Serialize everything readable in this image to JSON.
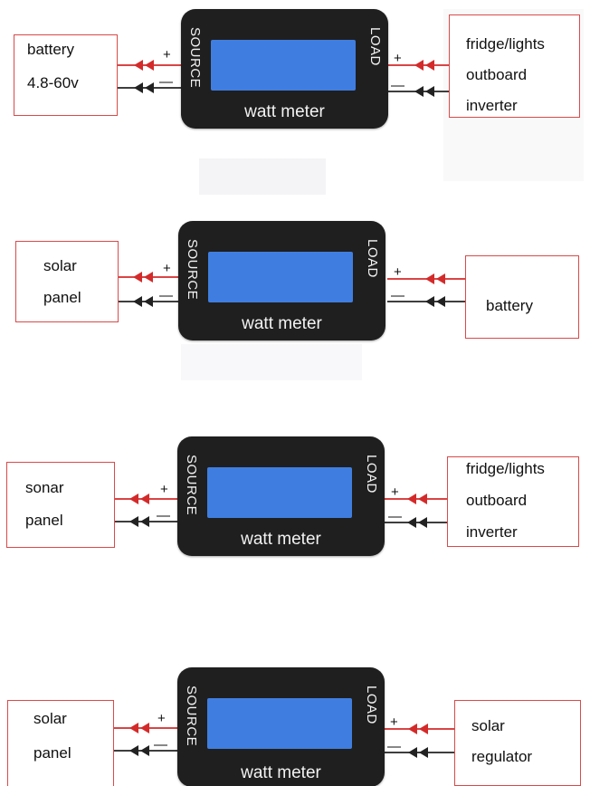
{
  "colors": {
    "box_border": "#d94a4a",
    "meter_body": "#1f1f1f",
    "meter_screen": "#3f7ee0",
    "positive_wire": "#d42a2a",
    "negative_wire": "#222222"
  },
  "icons": [
    "arrow-left-icon"
  ],
  "meter": {
    "title": "watt meter",
    "source_label": "SOURCE",
    "load_label": "LOAD",
    "plus": "+",
    "minus": "—"
  },
  "diagrams": [
    {
      "source": [
        "battery",
        "4.8-60v"
      ],
      "load": [
        "fridge/lights",
        "outboard",
        "inverter"
      ]
    },
    {
      "source": [
        "solar",
        "panel"
      ],
      "load": [
        "battery"
      ]
    },
    {
      "source": [
        "sonar",
        "panel"
      ],
      "load": [
        "fridge/lights",
        "outboard",
        "inverter"
      ]
    },
    {
      "source": [
        "solar",
        "panel"
      ],
      "load": [
        "solar",
        "regulator"
      ]
    }
  ]
}
